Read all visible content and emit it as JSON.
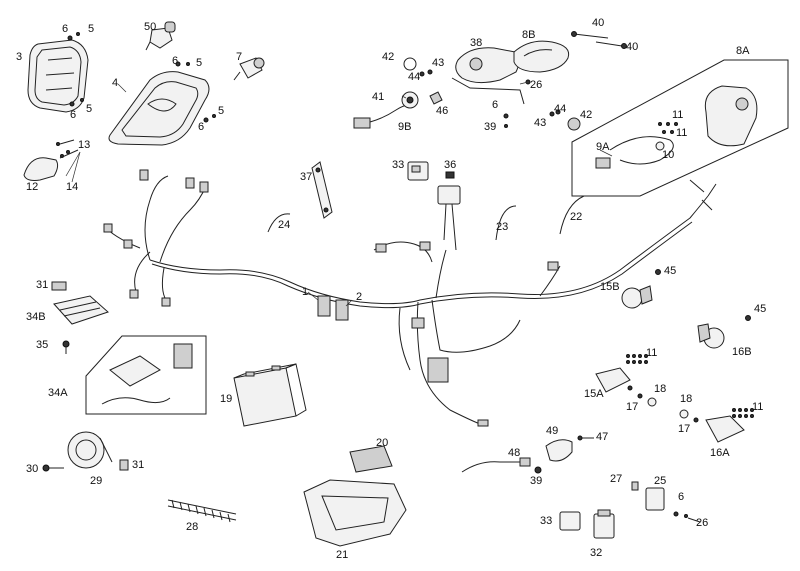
{
  "labels": {
    "p1": "1",
    "p2": "2",
    "p3": "3",
    "p4": "4",
    "p5a": "5",
    "p5b": "5",
    "p5c": "5",
    "p5d": "5",
    "p6a": "6",
    "p6b": "6",
    "p6c": "6",
    "p6d": "6",
    "p6e": "6",
    "p6f": "6",
    "p7": "7",
    "p8A": "8A",
    "p8B": "8B",
    "p9A": "9A",
    "p9B": "9B",
    "p10": "10",
    "p11a": "11",
    "p11b": "11",
    "p11c": "11",
    "p11d": "11",
    "p12": "12",
    "p13": "13",
    "p14": "14",
    "p15A": "15A",
    "p15B": "15B",
    "p16A": "16A",
    "p16B": "16B",
    "p17a": "17",
    "p17b": "17",
    "p18a": "18",
    "p18b": "18",
    "p19": "19",
    "p20": "20",
    "p21": "21",
    "p22": "22",
    "p23": "23",
    "p24": "24",
    "p25": "25",
    "p26a": "26",
    "p26b": "26",
    "p27": "27",
    "p28": "28",
    "p29": "29",
    "p30": "30",
    "p31a": "31",
    "p31b": "31",
    "p32": "32",
    "p33a": "33",
    "p33b": "33",
    "p34A": "34A",
    "p34B": "34B",
    "p35": "35",
    "p36": "36",
    "p37": "37",
    "p38": "38",
    "p39a": "39",
    "p39b": "39",
    "p40a": "40",
    "p40b": "40",
    "p41": "41",
    "p42a": "42",
    "p42b": "42",
    "p43a": "43",
    "p43b": "43",
    "p44a": "44",
    "p44b": "44",
    "p45a": "45",
    "p45b": "45",
    "p46": "46",
    "p47": "47",
    "p48": "48",
    "p49": "49",
    "p50": "50"
  }
}
